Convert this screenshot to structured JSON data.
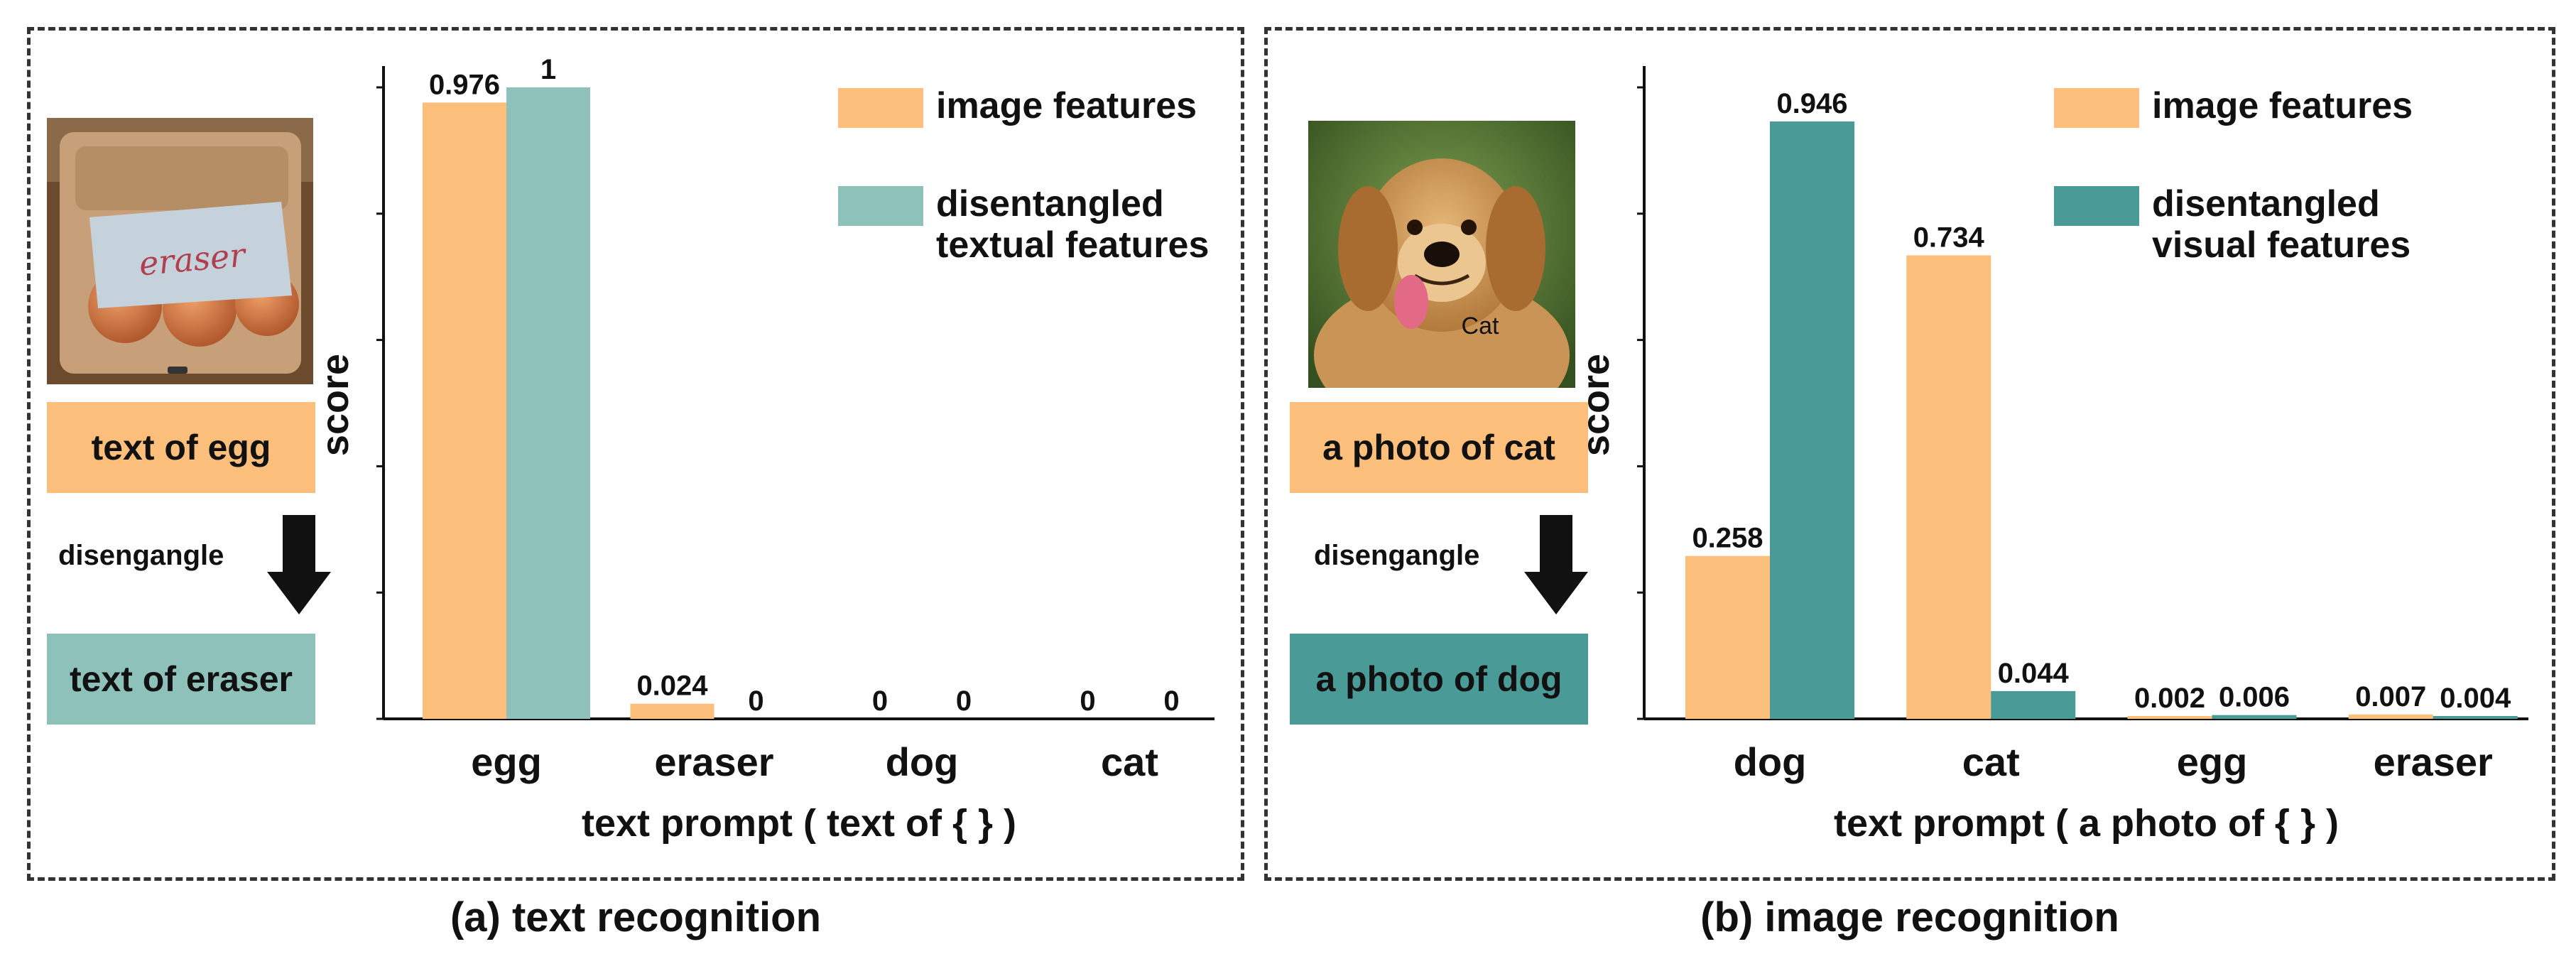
{
  "panels": {
    "a": {
      "caption": "(a) text recognition",
      "input_prompt": "text of egg",
      "arrow_label": "disengangle",
      "output_prompt": "text of eraser",
      "photo_text": "eraser",
      "colors": {
        "series1": "#fbbf7b",
        "series2": "#8dc1b9"
      }
    },
    "b": {
      "caption": "(b) image recognition",
      "input_prompt": "a photo of cat",
      "arrow_label": "disengangle",
      "output_prompt": "a photo of dog",
      "photo_text": "Cat",
      "colors": {
        "series1": "#fbbf7b",
        "series2": "#4a9b97"
      }
    }
  },
  "chart_data": [
    {
      "type": "bar",
      "xlabel": "text prompt ( text of { } )",
      "ylabel": "score",
      "categories": [
        "egg",
        "eraser",
        "dog",
        "cat"
      ],
      "series": [
        {
          "name": "image features",
          "values": [
            0.976,
            0.024,
            0,
            0
          ],
          "labels": [
            "0.976",
            "0.024",
            "0",
            "0"
          ]
        },
        {
          "name": "disentangled textual features",
          "values": [
            1,
            0,
            0,
            0
          ],
          "labels": [
            "1",
            "0",
            "0",
            "0"
          ]
        }
      ],
      "ylim": [
        0,
        1
      ],
      "legend": "top-right",
      "grid": false
    },
    {
      "type": "bar",
      "xlabel": "text prompt ( a photo of { } )",
      "ylabel": "score",
      "categories": [
        "dog",
        "cat",
        "egg",
        "eraser"
      ],
      "series": [
        {
          "name": "image features",
          "values": [
            0.258,
            0.734,
            0.002,
            0.007
          ],
          "labels": [
            "0.258",
            "0.734",
            "0.002",
            "0.007"
          ]
        },
        {
          "name": "disentangled visual features",
          "values": [
            0.946,
            0.044,
            0.006,
            0.004
          ],
          "labels": [
            "0.946",
            "0.044",
            "0.006",
            "0.004"
          ]
        }
      ],
      "ylim": [
        0,
        1
      ],
      "legend": "top-right",
      "grid": false
    }
  ]
}
